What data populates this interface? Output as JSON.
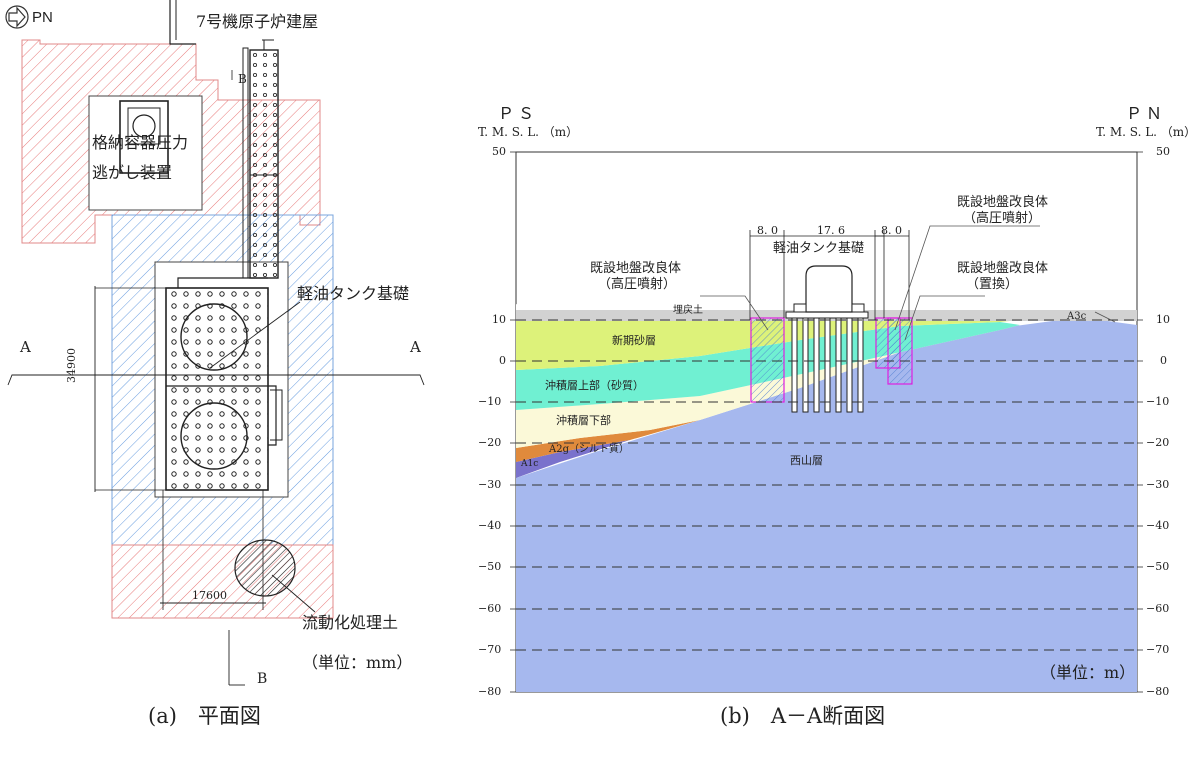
{
  "plan": {
    "north_arrow_label": "PN",
    "building_label": "7号機原子炉建屋",
    "vent_label_line1": "格納容器圧力",
    "vent_label_line2": "逃がし装置",
    "tank_label": "軽油タンク基礎",
    "fluid_soil_label": "流動化処理土",
    "unit_label": "（単位：mm）",
    "dim_vertical": "34900",
    "dim_horizontal": "17600",
    "section_a_left": "A",
    "section_a_right": "A",
    "section_b_top": "B",
    "section_b_bottom": "B",
    "caption": "(a)　平面図"
  },
  "section": {
    "ps_label": "ＰＳ",
    "pn_label": "ＰＮ",
    "tmsl_left": "T. M. S. L. （m）",
    "tmsl_right": "T. M. S. L. （m）",
    "elevations": [
      "50",
      "10",
      "0",
      "−10",
      "−20",
      "−30",
      "−40",
      "−50",
      "−60",
      "−70",
      "−80"
    ],
    "dim_8a": "8. 0",
    "dim_176": "17. 6",
    "dim_8b": "8. 0",
    "foundation_label": "軽油タンク基礎",
    "improve_hp_left_1": "既設地盤改良体",
    "improve_hp_left_2": "（高圧噴射）",
    "improve_hp_right_1": "既設地盤改良体",
    "improve_hp_right_2": "（高圧噴射）",
    "improve_rep_1": "既設地盤改良体",
    "improve_rep_2": "（置換）",
    "layer_fill": "埋戻土",
    "layer_shinki": "新期砂層",
    "layer_upper": "沖積層上部（砂質）",
    "layer_lower": "沖積層下部",
    "layer_a2g": "A2g（シルト質）",
    "layer_a1c": "A1c",
    "layer_a3c": "A3c",
    "layer_nishiyama": "西山層",
    "unit_label": "（単位：m）",
    "caption": "(b)　A－A断面図",
    "colors": {
      "fill": "#d2d2d2",
      "shinki": "#ddf27a",
      "upper": "#70f0d2",
      "lower": "#fbf9d8",
      "a2g": "#e08a3c",
      "a1c": "#7a72cc",
      "nishiyama": "#a6b8ee",
      "improvement_outline": "#e020e0",
      "plan_hatch_red": "#e06a6a",
      "plan_hatch_blue": "#5a90d8"
    }
  }
}
